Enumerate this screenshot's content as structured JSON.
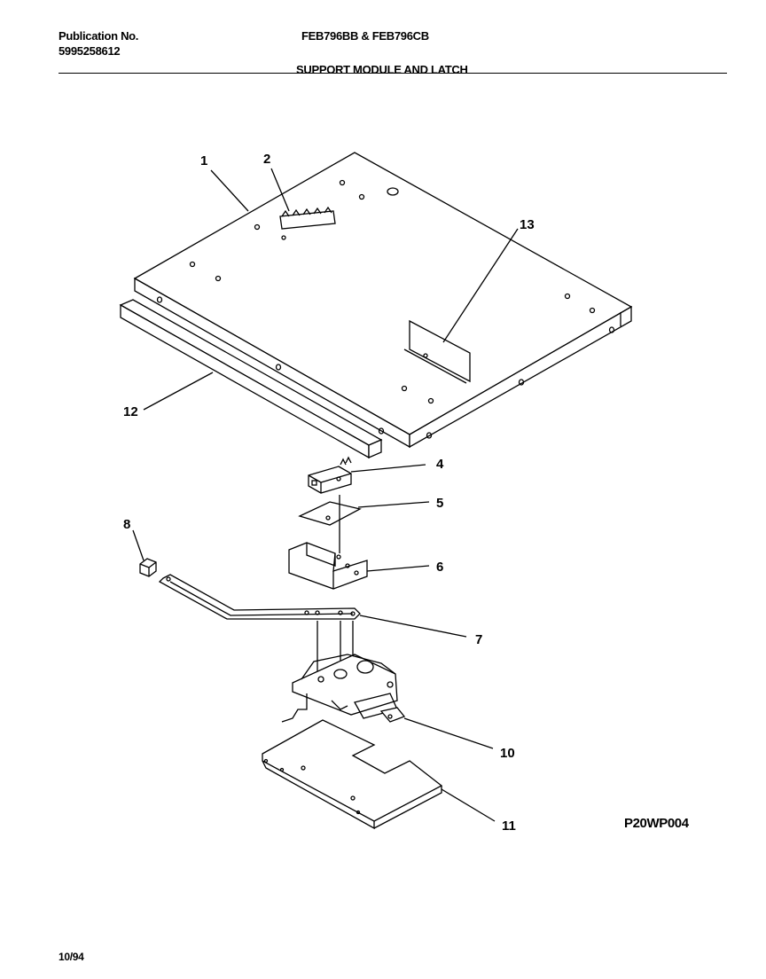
{
  "header": {
    "publication_label": "Publication No.",
    "publication_number": "5995258612",
    "models": "FEB796BB & FEB796CB",
    "section_title": "SUPPORT MODULE AND LATCH"
  },
  "diagram": {
    "callouts": [
      "1",
      "2",
      "13",
      "12",
      "4",
      "5",
      "6",
      "8",
      "7",
      "10",
      "11"
    ],
    "figure_code": "P20WP004"
  },
  "footer": {
    "date": "10/94"
  }
}
